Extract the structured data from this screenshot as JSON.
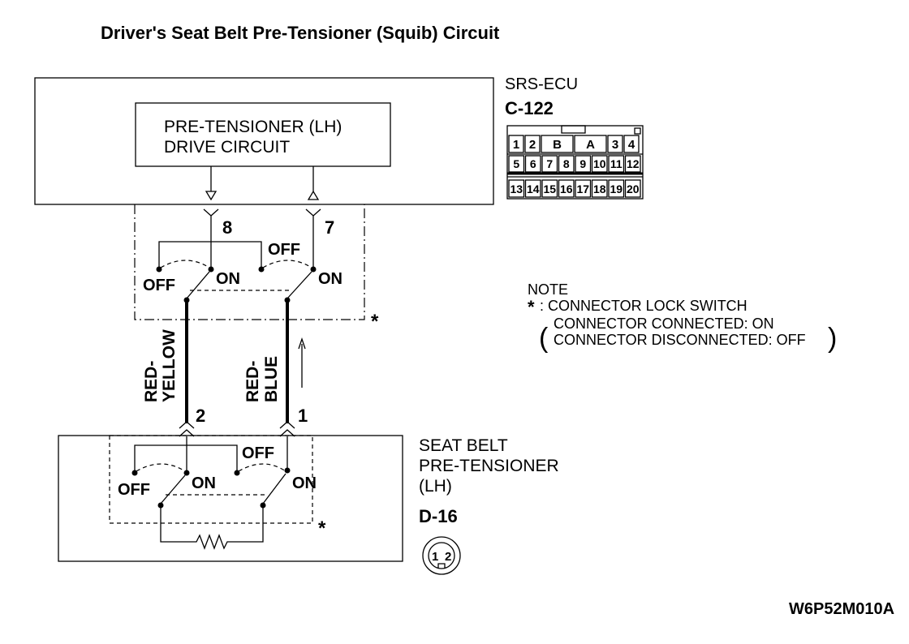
{
  "title": "Driver's Seat Belt Pre-Tensioner (Squib) Circuit",
  "ecu": {
    "name": "SRS-ECU",
    "connector_id": "C-122",
    "inner_block_line1": "PRE-TENSIONER (LH)",
    "inner_block_line2": "DRIVE CIRCUIT",
    "terminal_left": "8",
    "terminal_right": "7",
    "pins_row1": [
      "1",
      "2",
      "B",
      "A",
      "3",
      "4"
    ],
    "pins_row2": [
      "5",
      "6",
      "7",
      "8",
      "9",
      "10",
      "11",
      "12"
    ],
    "pins_row3": [
      "13",
      "14",
      "15",
      "16",
      "17",
      "18",
      "19",
      "20"
    ]
  },
  "switch_labels": {
    "off": "OFF",
    "on": "ON",
    "asterisk": "*"
  },
  "wires": {
    "left_line1": "RED-",
    "left_line2": "YELLOW",
    "right_line1": "RED-",
    "right_line2": "BLUE"
  },
  "pretensioner": {
    "name_line1": "SEAT BELT",
    "name_line2": "PRE-TENSIONER",
    "name_line3": "(LH)",
    "connector_id": "D-16",
    "terminal_left": "2",
    "terminal_right": "1",
    "pins": [
      "1",
      "2"
    ]
  },
  "note": {
    "heading": "NOTE",
    "asterisk": "*",
    "line1": ": CONNECTOR LOCK SWITCH",
    "line2": "CONNECTOR CONNECTED: ON",
    "line3": "CONNECTOR DISCONNECTED: OFF"
  },
  "figure_code": "W6P52M010A"
}
